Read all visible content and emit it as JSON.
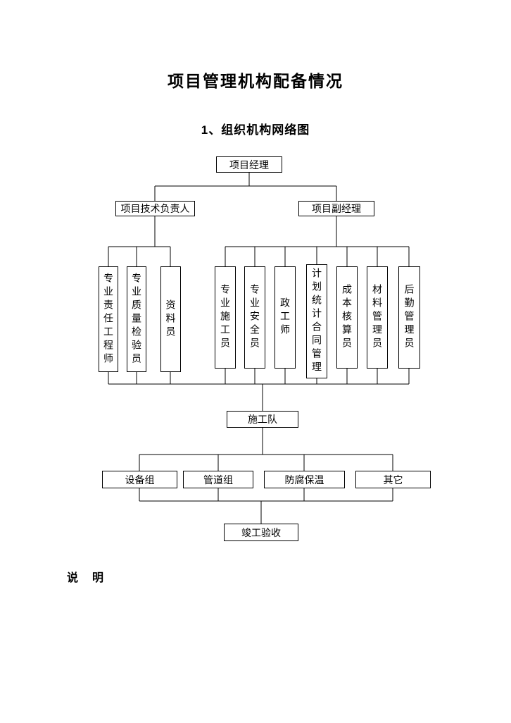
{
  "page": {
    "title": "项目管理机构配备情况",
    "section_heading": "1、组织机构网络图",
    "note_label": "说　明"
  },
  "org_chart": {
    "project_manager": "项目经理",
    "technical_director": "项目技术负责人",
    "deputy_manager": "项目副经理",
    "technical_staff": [
      "专业责任工程师",
      "专业质量检验员",
      "资料员"
    ],
    "deputy_staff": [
      "专业施工员",
      "专业安全员",
      "政工师",
      "计划统计合同管理",
      "成本核算员",
      "材料管理员",
      "后勤管理员"
    ],
    "construction_team": "施工队",
    "work_groups": [
      "设备组",
      "管道组",
      "防腐保温",
      "其它"
    ],
    "final_node": "竣工验收"
  }
}
